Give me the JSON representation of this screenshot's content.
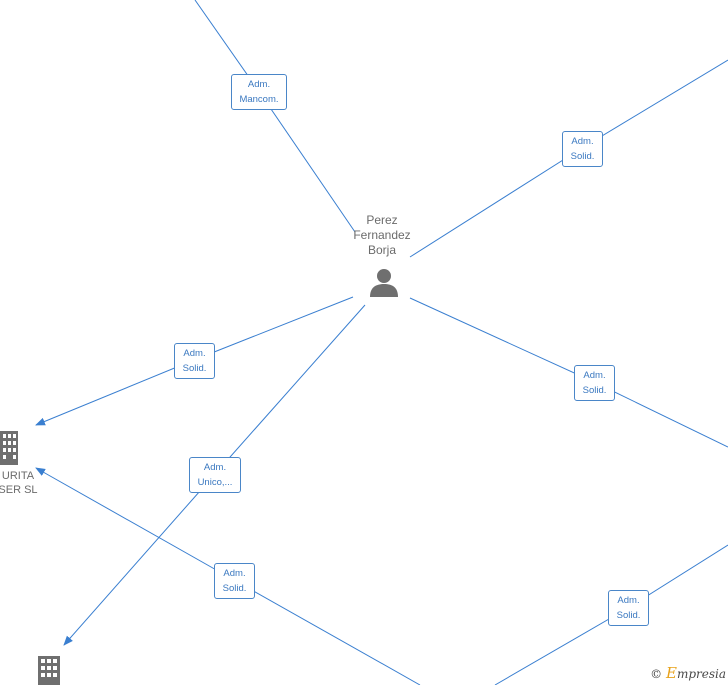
{
  "person": {
    "name_lines": [
      "Perez",
      "Fernandez",
      "Borja"
    ]
  },
  "companies": [
    {
      "label_lines": [
        "URITA",
        "SER  SL"
      ]
    },
    {
      "label_lines": []
    }
  ],
  "edge_labels": [
    {
      "lines": [
        "Adm.",
        "Mancom."
      ]
    },
    {
      "lines": [
        "Adm.",
        "Solid."
      ]
    },
    {
      "lines": [
        "Adm.",
        "Solid."
      ]
    },
    {
      "lines": [
        "Adm.",
        "Solid."
      ]
    },
    {
      "lines": [
        "Adm.",
        "Unico,..."
      ]
    },
    {
      "lines": [
        "Adm.",
        "Solid."
      ]
    },
    {
      "lines": [
        "Adm.",
        "Solid."
      ]
    }
  ],
  "watermark": {
    "symbol": "©",
    "initial": "E",
    "rest": "mpresia"
  },
  "colors": {
    "edge": "#3a7fd0",
    "icon": "#6f6f6f"
  }
}
